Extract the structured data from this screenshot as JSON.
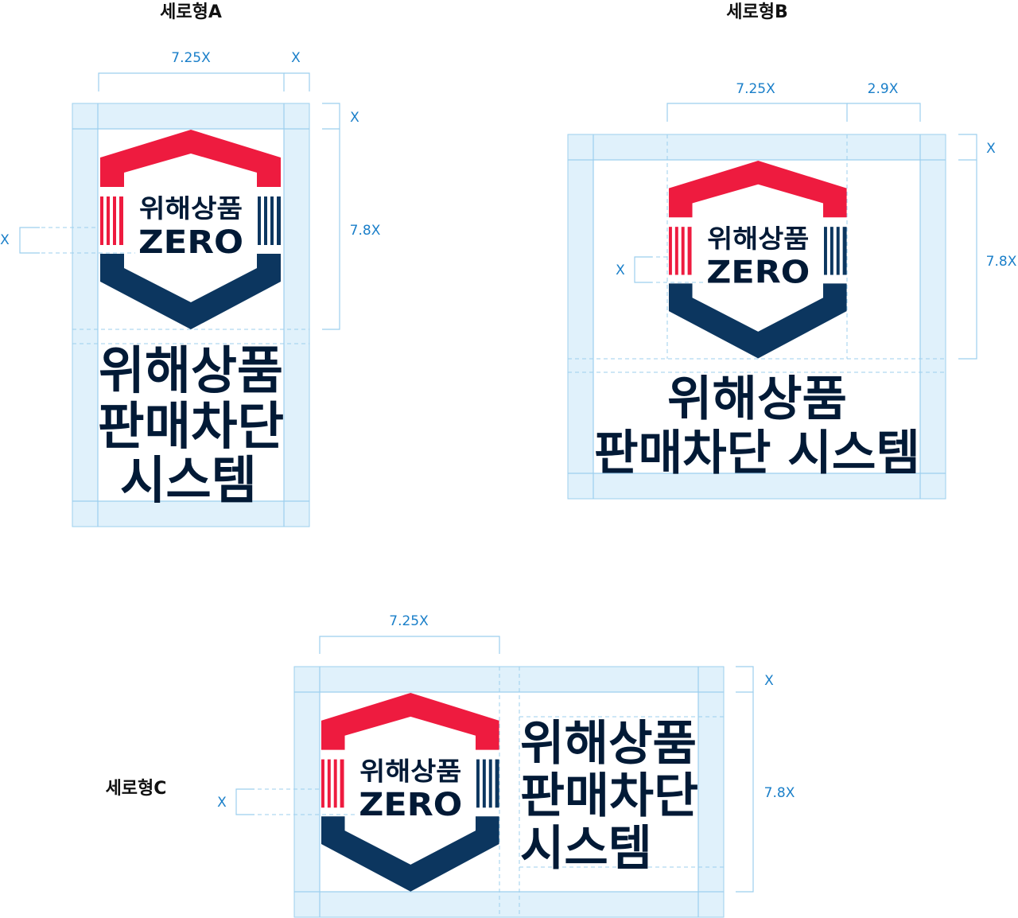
{
  "colors": {
    "red": "#EE1B3F",
    "navy": "#0C365F",
    "text": "#021A36",
    "guide": "#9CCFEE",
    "label": "#1A7FC9"
  },
  "logo": {
    "line1": "위해상품",
    "line2": "ZERO"
  },
  "variantA": {
    "title": "세로형A",
    "dims": {
      "width": "7.25X",
      "margin": "X",
      "top": "X",
      "height": "7.8X",
      "gap": "X"
    },
    "text": [
      "위해상품",
      "판매차단",
      "시스템"
    ]
  },
  "variantB": {
    "title": "세로형B",
    "dims": {
      "width": "7.25X",
      "side": "2.9X",
      "top": "X",
      "height": "7.8X",
      "gap": "X"
    },
    "text": [
      "위해상품",
      "판매차단 시스템"
    ]
  },
  "variantC": {
    "title": "세로형C",
    "dims": {
      "width": "7.25X",
      "top": "X",
      "height": "7.8X",
      "gap": "X"
    },
    "text": [
      "위해상품",
      "판매차단",
      "시스템"
    ]
  }
}
